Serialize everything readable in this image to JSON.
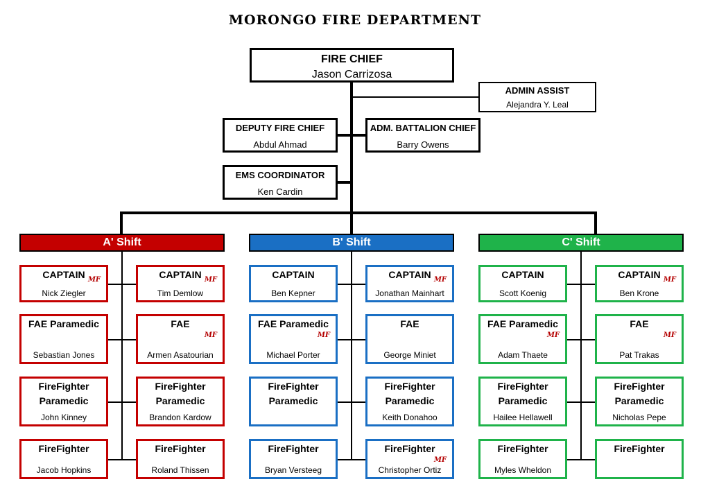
{
  "title": "MORONGO FIRE DEPARTMENT",
  "colors": {
    "a_shift": "#c40000",
    "b_shift": "#1a6fc4",
    "c_shift": "#1fb34a"
  },
  "chief": {
    "role": "FIRE CHIEF",
    "name": "Jason Carrizosa"
  },
  "admin_assist": {
    "role": "ADMIN ASSIST",
    "name": "Alejandra Y. Leal"
  },
  "deputy": {
    "role": "DEPUTY FIRE CHIEF",
    "name": "Abdul Ahmad"
  },
  "battalion": {
    "role": "ADM. BATTALION CHIEF",
    "name": "Barry Owens"
  },
  "ems": {
    "role": "EMS COORDINATOR",
    "name": "Ken Cardin"
  },
  "shifts": [
    {
      "label": "A'  Shift"
    },
    {
      "label": "B'  Shift"
    },
    {
      "label": "C'  Shift"
    }
  ],
  "logo_text": "MF",
  "cards": {
    "a": [
      {
        "role": "CAPTAIN",
        "name": "Nick Ziegler"
      },
      {
        "role": "CAPTAIN",
        "name": "Tim Demlow"
      },
      {
        "role": "FAE Paramedic",
        "name": "Sebastian Jones"
      },
      {
        "role": "FAE",
        "name": "Armen Asatourian"
      },
      {
        "role": "FireFighter",
        "role2": "Paramedic",
        "name": "John Kinney"
      },
      {
        "role": "FireFighter",
        "role2": "Paramedic",
        "name": "Brandon Kardow"
      },
      {
        "role": "FireFighter",
        "name": "Jacob Hopkins"
      },
      {
        "role": "FireFighter",
        "name": "Roland Thissen"
      }
    ],
    "b": [
      {
        "role": "CAPTAIN",
        "name": "Ben Kepner"
      },
      {
        "role": "CAPTAIN",
        "name": "Jonathan Mainhart"
      },
      {
        "role": "FAE Paramedic",
        "name": "Michael Porter"
      },
      {
        "role": "FAE",
        "name": "George Miniet"
      },
      {
        "role": "FireFighter",
        "role2": "Paramedic",
        "name": ""
      },
      {
        "role": "FireFighter",
        "role2": "Paramedic",
        "name": "Keith Donahoo"
      },
      {
        "role": "FireFighter",
        "name": "Bryan Versteeg"
      },
      {
        "role": "FireFighter",
        "name": "Christopher Ortiz"
      }
    ],
    "c": [
      {
        "role": "CAPTAIN",
        "name": "Scott Koenig"
      },
      {
        "role": "CAPTAIN",
        "name": "Ben Krone"
      },
      {
        "role": "FAE Paramedic",
        "name": "Adam Thaete"
      },
      {
        "role": "FAE",
        "name": "Pat Trakas"
      },
      {
        "role": "FireFighter",
        "role2": "Paramedic",
        "name": "Hailee Hellawell"
      },
      {
        "role": "FireFighter",
        "role2": "Paramedic",
        "name": "Nicholas Pepe"
      },
      {
        "role": "FireFighter",
        "name": "Myles Wheldon"
      },
      {
        "role": "FireFighter",
        "name": ""
      }
    ]
  }
}
